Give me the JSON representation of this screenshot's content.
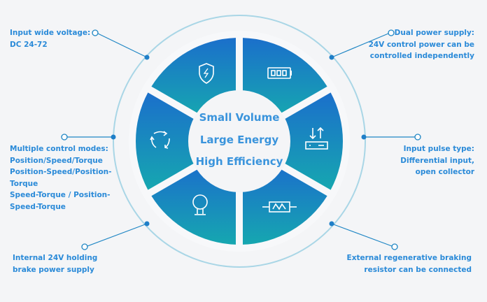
{
  "center": {
    "line1": "Small Volume",
    "line2": "Large Energy",
    "line3": "High Efficiency"
  },
  "features": {
    "top_left": {
      "title": "Input wide voltage:",
      "lines": [
        "DC 24-72"
      ]
    },
    "top_right": {
      "title": "Dual power supply:",
      "lines": [
        "24V control power can be",
        "controlled independently"
      ]
    },
    "left": {
      "title": "Multiple control modes:",
      "lines": [
        "Position/Speed/Torque",
        "Position-Speed/Position-",
        "Torque",
        "Speed-Torque / Position-",
        "Speed-Torque"
      ]
    },
    "right": {
      "title": "Input pulse type:",
      "lines": [
        "Differential input,",
        "open collector"
      ]
    },
    "bottom_left": {
      "lines": [
        "Internal 24V holding",
        "brake power supply"
      ]
    },
    "bottom_right": {
      "lines": [
        "External regenerative braking",
        "resistor can be connected"
      ]
    }
  },
  "icons": [
    "shield-lightning-icon",
    "battery-icon",
    "transfer-arrows-icon",
    "resistor-icon",
    "brake-coil-icon",
    "cycle-arrows-icon"
  ],
  "colors": {
    "top": "#1b6fcb",
    "bottom": "#16a7b0",
    "text": "#2a8ad8",
    "ring": "#a9d6e6"
  }
}
